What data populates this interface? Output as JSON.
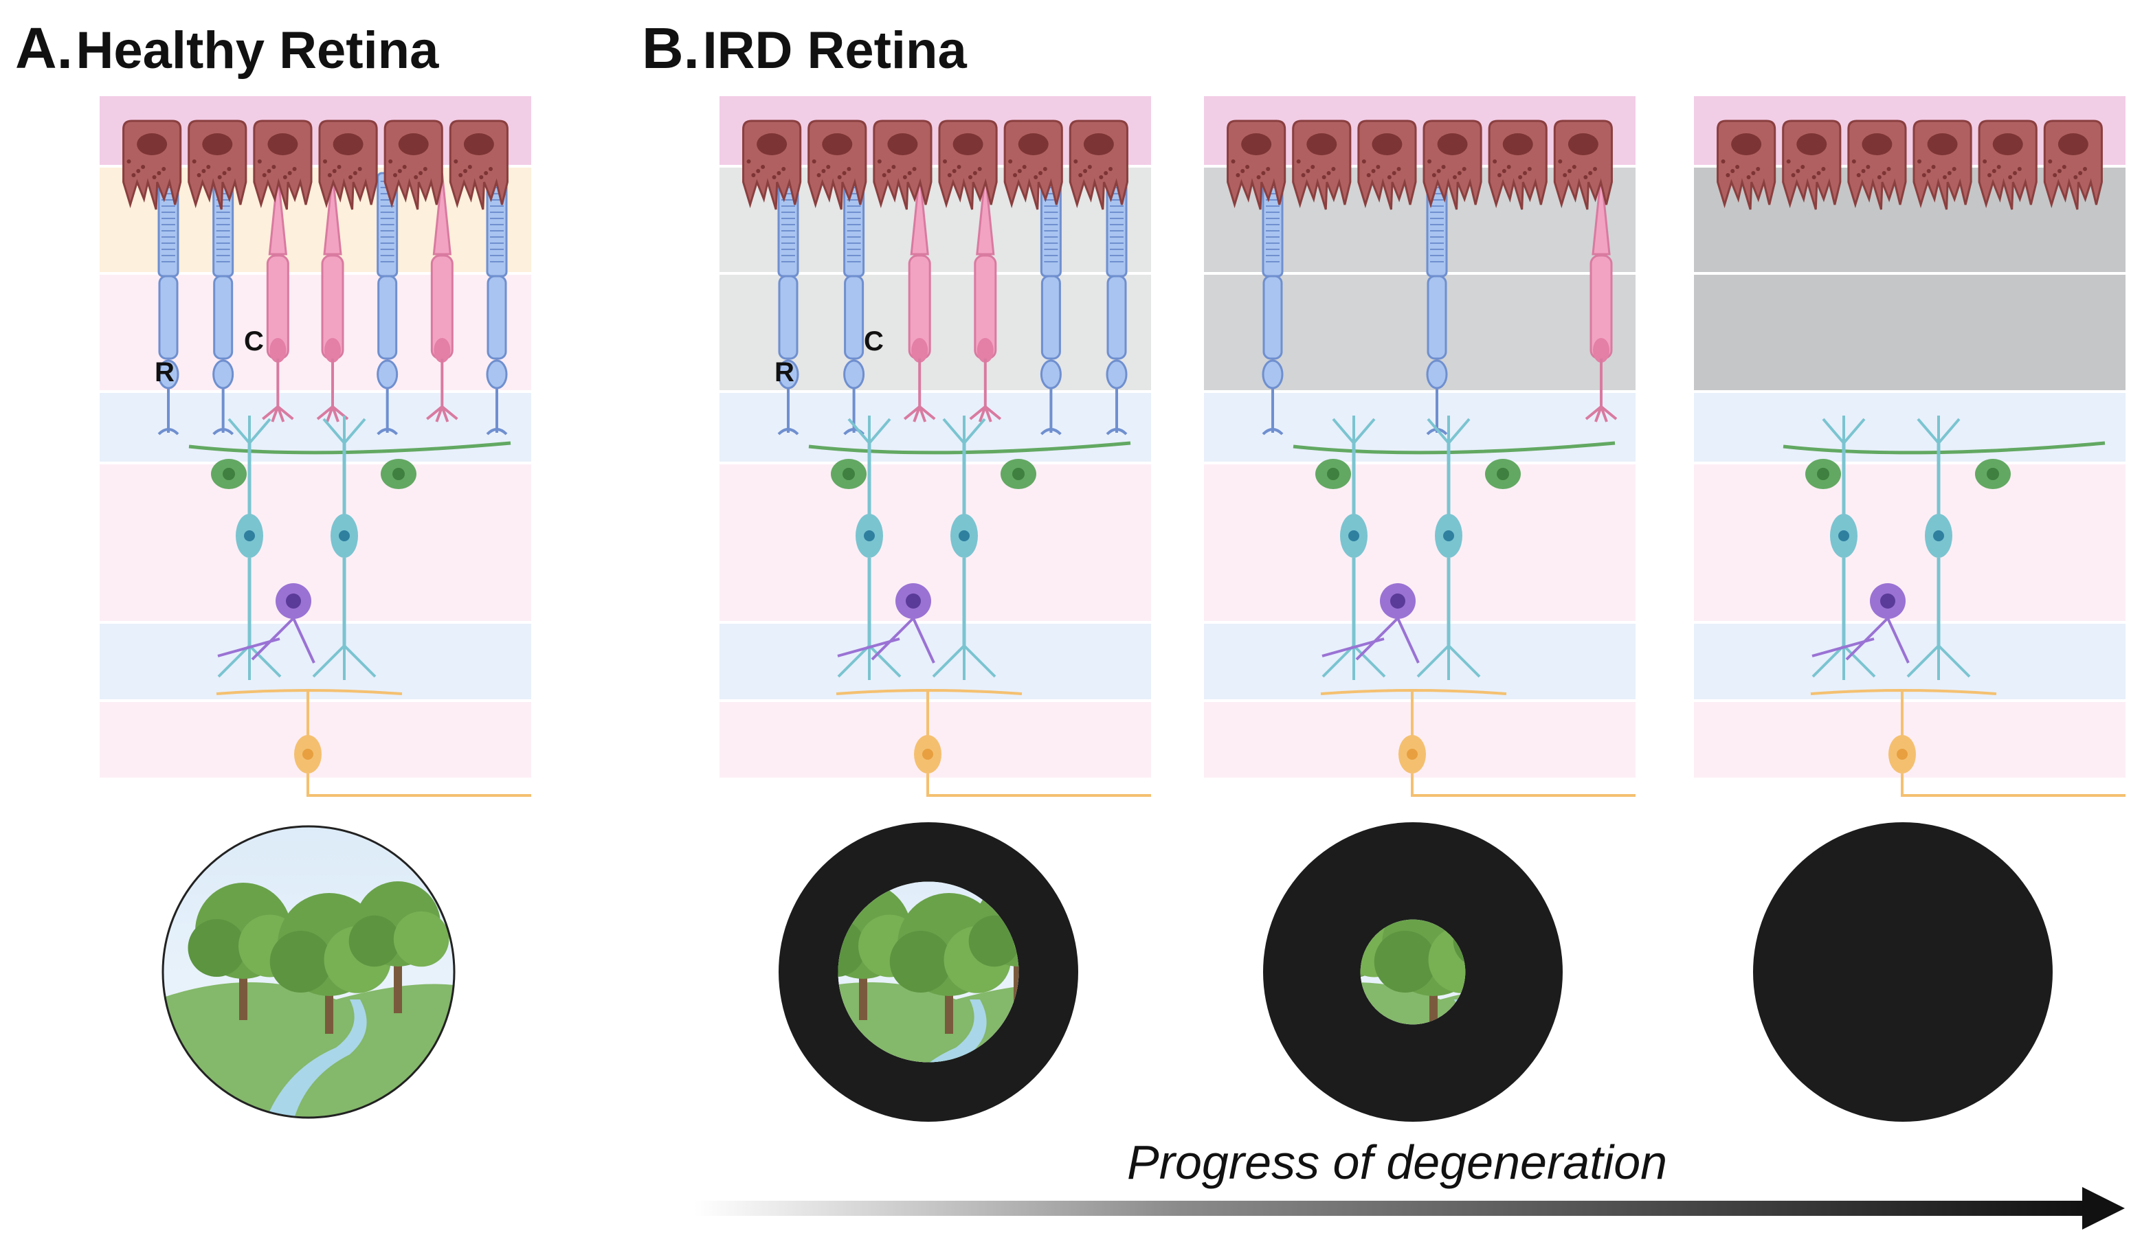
{
  "panel_a": {
    "letter": "A.",
    "title": "Healthy Retina"
  },
  "panel_b": {
    "letter": "B.",
    "title": "IRD Retina"
  },
  "labels": {
    "rod": "R",
    "cone": "C"
  },
  "progress": {
    "label": "Progress of degeneration"
  },
  "colors": {
    "rpe_band": "#f2cde6",
    "os_band_healthy": "#fdf0dc",
    "is_band_healthy": "#fdeef5",
    "opl_band": "#e8f0fb",
    "inl_band": "#fdeef5",
    "ipl_band": "#e8f0fb",
    "gcl_band": "#fdeef5",
    "degenerate_light": "#e5e6e6",
    "degenerate_mid": "#d2d4d5",
    "degenerate_dark": "#c5c6c7",
    "rpe_cell": "#b06060",
    "rod": "#a9c4f0",
    "cone": "#f3a3c2",
    "horizontal_cell": "#62a862",
    "bipolar_cell": "#7ac4d0",
    "amacrine_cell": "#9a72d4",
    "ganglion_cell": "#f4c070",
    "vision_mask": "#1c1c1c"
  },
  "stages": [
    {
      "rods": 4,
      "cones": 3,
      "vision_open": 1.0,
      "degenerated": "none"
    },
    {
      "rods": 4,
      "cones": 2,
      "vision_open": 0.62,
      "degenerated": "light"
    },
    {
      "rods": 2,
      "cones": 1,
      "vision_open": 0.36,
      "degenerated": "mid"
    },
    {
      "rods": 0,
      "cones": 0,
      "vision_open": 0.0,
      "degenerated": "full"
    }
  ]
}
